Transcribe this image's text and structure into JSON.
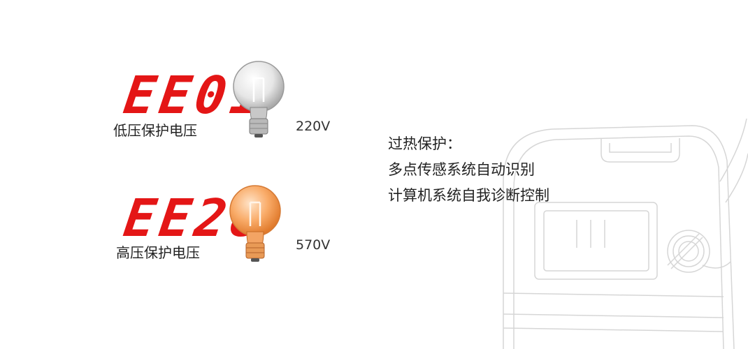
{
  "indicators": [
    {
      "code": "EE01",
      "label": "低压保护电压",
      "voltage": "220V",
      "bulb_color": "#d9d9d9"
    },
    {
      "code": "EE28",
      "label": "高压保护电压",
      "voltage": "570V",
      "bulb_color": "#f7a15a"
    }
  ],
  "features": {
    "title": "过热保护：",
    "line1": "多点传感系统自动识别",
    "line2": "计算机系统自我诊断控制"
  },
  "colors": {
    "code_red": "#e41616",
    "machine_outline": "#d6d6d6"
  }
}
